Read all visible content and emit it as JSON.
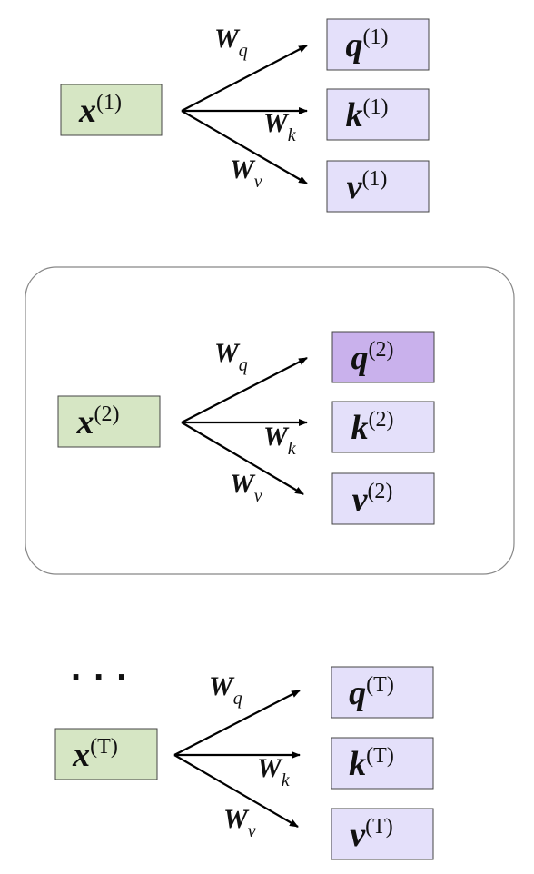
{
  "colors": {
    "input_fill": "#d6e6c4",
    "output_fill": "#e4e0fa",
    "highlight_fill": "#c9b1ec",
    "arrow": "#000000",
    "panel_border": "#888888"
  },
  "ellipsis": "...",
  "groups": [
    {
      "input": {
        "base": "x",
        "sup": "(1)"
      },
      "outputs": [
        {
          "base": "q",
          "sup": "(1)",
          "highlight": false
        },
        {
          "base": "k",
          "sup": "(1)",
          "highlight": false
        },
        {
          "base": "v",
          "sup": "(1)",
          "highlight": false
        }
      ],
      "weights": [
        {
          "base": "W",
          "sub": "q"
        },
        {
          "base": "W",
          "sub": "k"
        },
        {
          "base": "W",
          "sub": "v"
        }
      ]
    },
    {
      "input": {
        "base": "x",
        "sup": "(2)"
      },
      "outputs": [
        {
          "base": "q",
          "sup": "(2)",
          "highlight": true
        },
        {
          "base": "k",
          "sup": "(2)",
          "highlight": false
        },
        {
          "base": "v",
          "sup": "(2)",
          "highlight": false
        }
      ],
      "weights": [
        {
          "base": "W",
          "sub": "q"
        },
        {
          "base": "W",
          "sub": "k"
        },
        {
          "base": "W",
          "sub": "v"
        }
      ]
    },
    {
      "input": {
        "base": "x",
        "sup": "(T)"
      },
      "outputs": [
        {
          "base": "q",
          "sup": "(T)",
          "highlight": false
        },
        {
          "base": "k",
          "sup": "(T)",
          "highlight": false
        },
        {
          "base": "v",
          "sup": "(T)",
          "highlight": false
        }
      ],
      "weights": [
        {
          "base": "W",
          "sub": "q"
        },
        {
          "base": "W",
          "sub": "k"
        },
        {
          "base": "W",
          "sub": "v"
        }
      ]
    }
  ]
}
